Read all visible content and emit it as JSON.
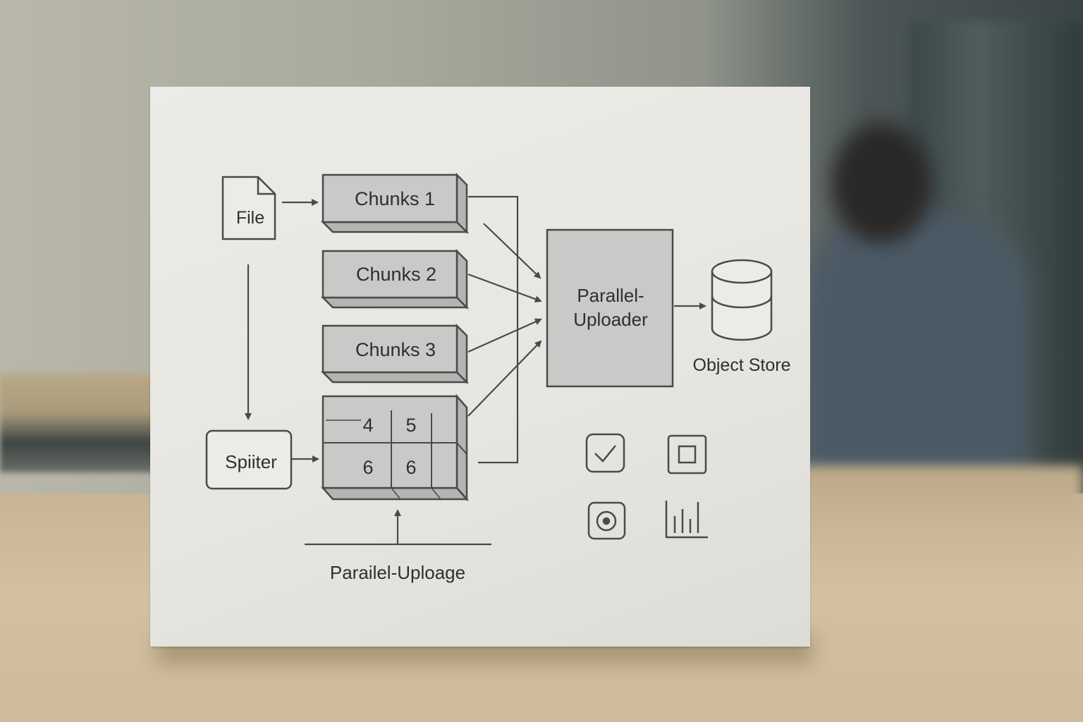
{
  "diagram": {
    "file_label": "File",
    "chunk_labels": [
      "Chunks 1",
      "Chunks 2",
      "Chunks 3"
    ],
    "grid_cells": [
      "4",
      "5",
      "6",
      "6"
    ],
    "splitter_label": "Spiiter",
    "uploader_label_line1": "Parallel-",
    "uploader_label_line2": "Uploader",
    "store_label": "Object Store",
    "bottom_caption": "Parailel-Uploage"
  },
  "icons": [
    "checkbox-icon",
    "stop-square-icon",
    "record-icon",
    "bar-chart-icon"
  ],
  "colors": {
    "stroke": "#4a4a4a",
    "box_fill": "#c9c9c7",
    "box_side": "#b4b4b2",
    "card": "#e9e8e4",
    "table": "#cdbb9b"
  }
}
